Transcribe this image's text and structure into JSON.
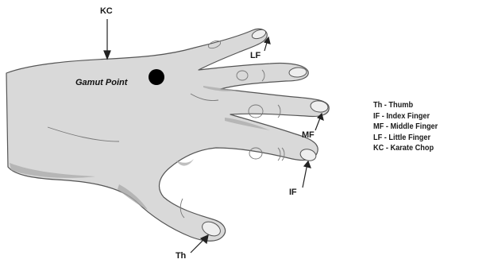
{
  "labels": {
    "kc": "KC",
    "gamut_point": "Gamut Point",
    "lf": "LF",
    "mf": "MF",
    "if": "IF",
    "th": "Th"
  },
  "legend": [
    {
      "text": "Th - Thumb"
    },
    {
      "text": "IF - Index Finger"
    },
    {
      "text": "MF - Middle Finger"
    },
    {
      "text": "LF - Little Finger"
    },
    {
      "text": "KC - Karate Chop"
    }
  ],
  "colors": {
    "skin": "#d9d9d9",
    "outline": "#555555",
    "shadow": "#a9a9a9",
    "nail": "#e8e8e8",
    "point": "#000000",
    "text": "#1a1a1a"
  }
}
